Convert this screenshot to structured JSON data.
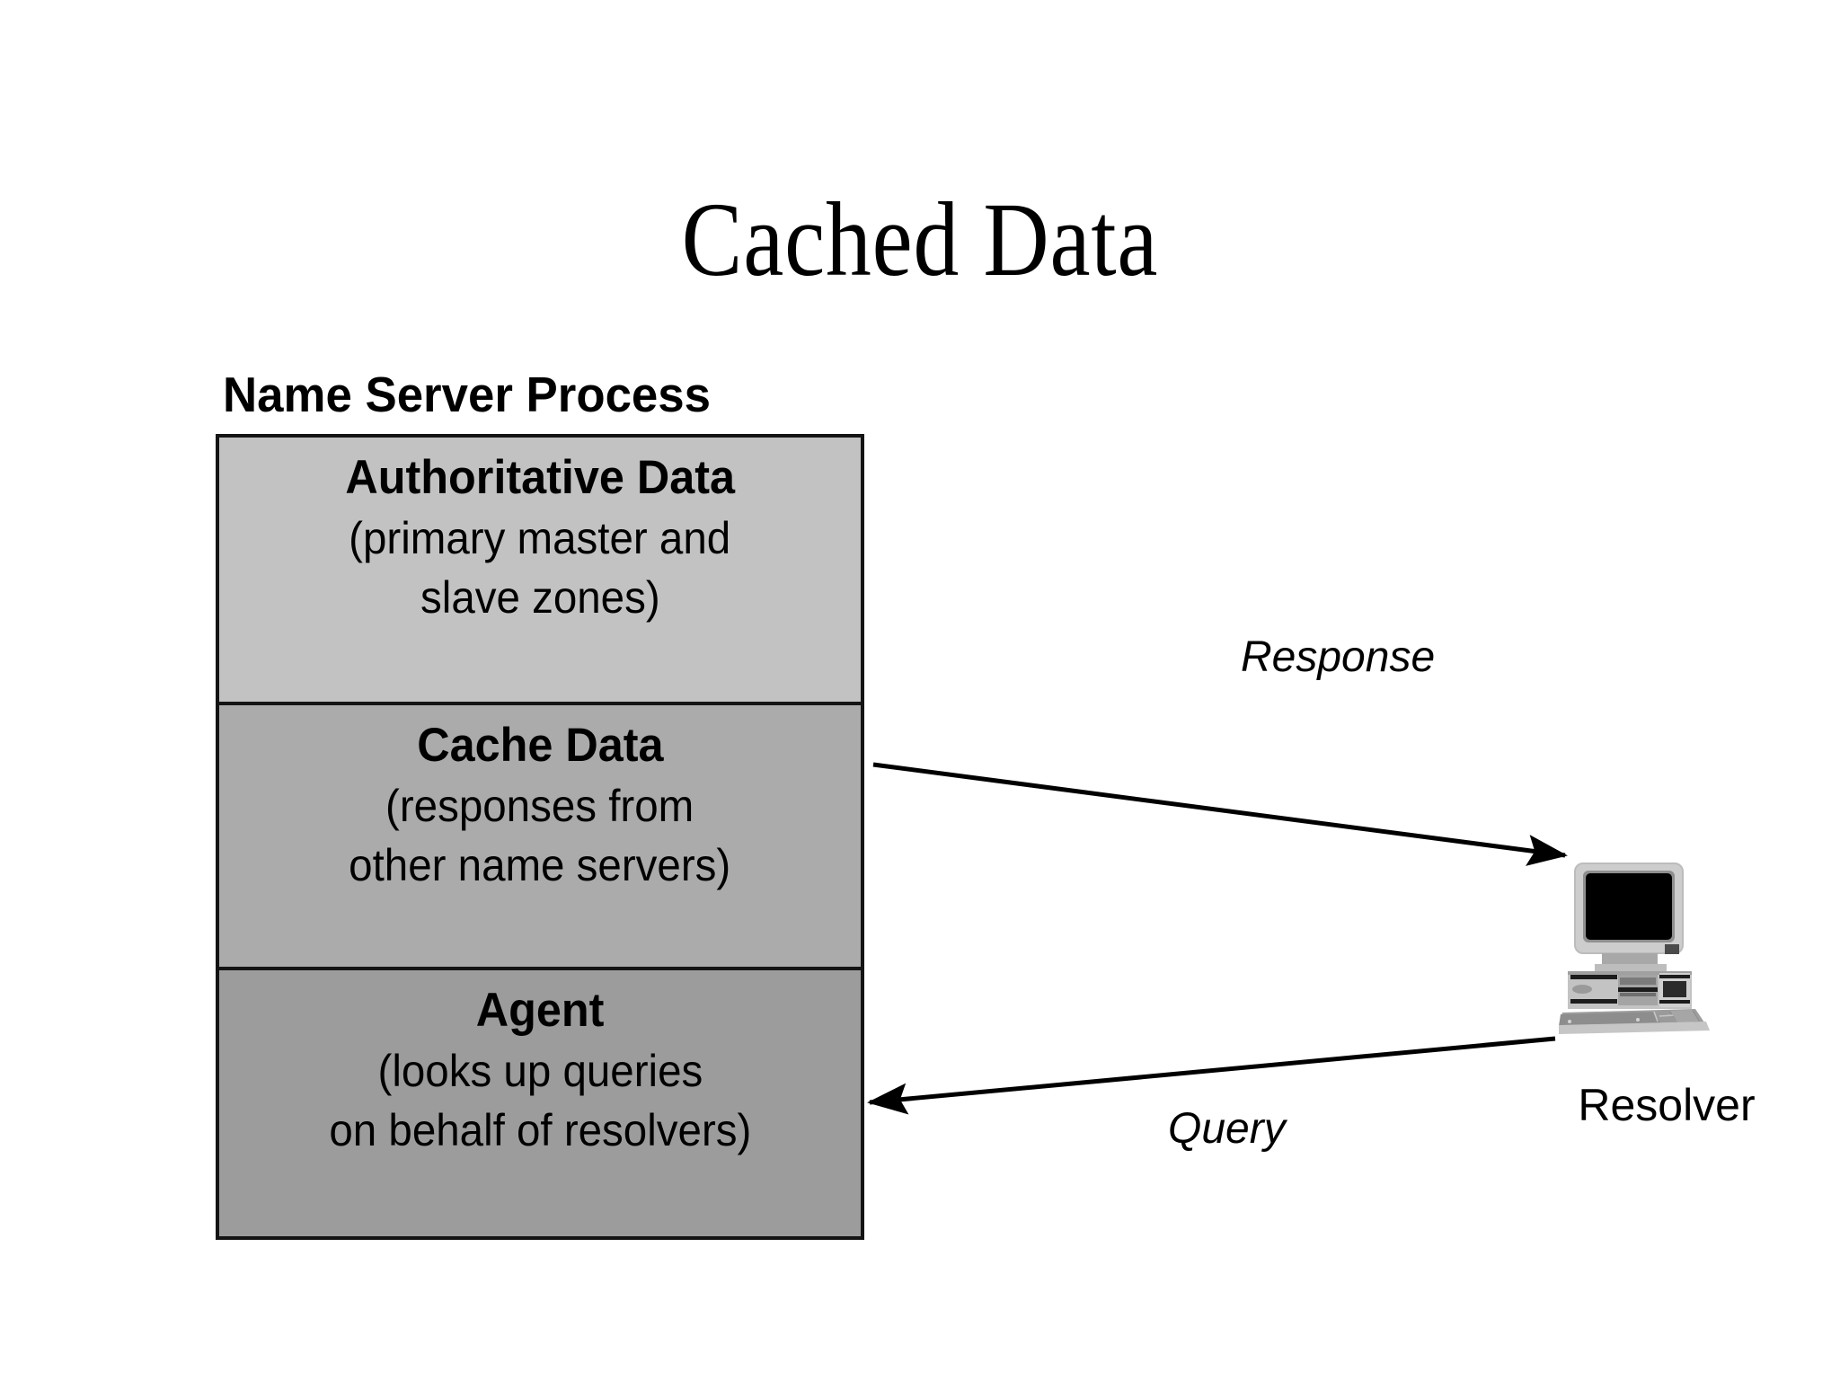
{
  "slide": {
    "title": "Cached Data",
    "background_color": "#ffffff"
  },
  "diagram": {
    "heading": "Name Server Process",
    "layers": [
      {
        "title": "Authoritative Data",
        "detail_line_1": "(primary master and",
        "detail_line_2": "slave zones)",
        "fill_color": "#c2c2c2"
      },
      {
        "title": "Cache Data",
        "detail_line_1": "(responses from",
        "detail_line_2": "other name servers)",
        "fill_color": "#ababab"
      },
      {
        "title": "Agent",
        "detail_line_1": "(looks up queries",
        "detail_line_2": "on behalf of resolvers)",
        "fill_color": "#9c9c9c"
      }
    ],
    "border_color": "#141414"
  },
  "flows": [
    {
      "label": "Response",
      "direction": "server-to-resolver",
      "icon": "arrow-right-icon"
    },
    {
      "label": "Query",
      "direction": "resolver-to-server",
      "icon": "arrow-left-icon"
    }
  ],
  "resolver": {
    "label": "Resolver",
    "icon": "desktop-computer-icon",
    "screen_color": "#000000",
    "case_color": "#c8c8c8"
  }
}
